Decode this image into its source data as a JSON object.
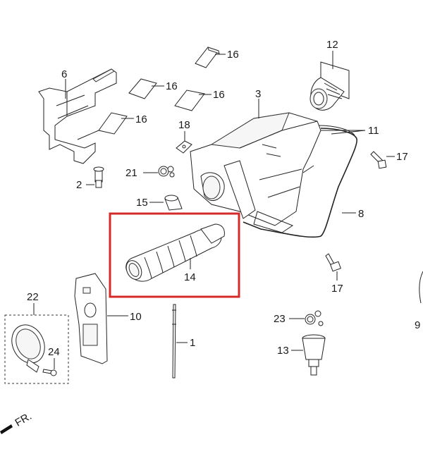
{
  "callouts": {
    "c1": "1",
    "c2": "2",
    "c3": "3",
    "c6": "6",
    "c8": "8",
    "c9": "9",
    "c10": "10",
    "c11": "11",
    "c12": "12",
    "c13": "13",
    "c14": "14",
    "c15": "15",
    "c16a": "16",
    "c16b": "16",
    "c16c": "16",
    "c16d": "16",
    "c17a": "17",
    "c17b": "17",
    "c18": "18",
    "c21": "21",
    "c22": "22",
    "c23": "23",
    "c24": "24"
  },
  "direction_label": "FR.",
  "highlight_color": "#d42a2a"
}
